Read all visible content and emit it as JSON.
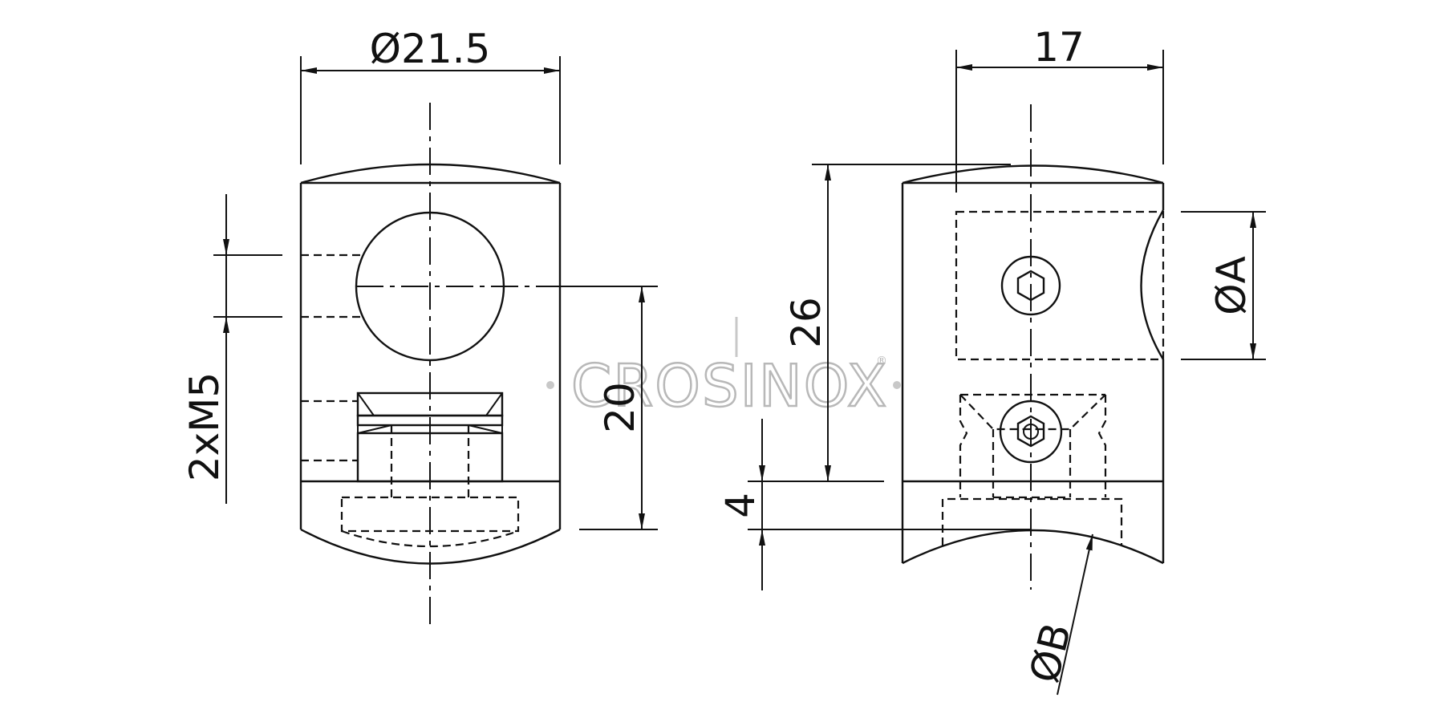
{
  "front_view": {
    "dim_width": "Ø21.5",
    "dim_height": "20",
    "dim_thread": "2xM5"
  },
  "side_view": {
    "dim_width": "17",
    "dim_height": "26",
    "dim_offset": "4",
    "dim_bore_a": "ØA",
    "dim_bore_b": "ØB"
  },
  "watermark": {
    "text": "CROSINOX",
    "registered": "®"
  }
}
